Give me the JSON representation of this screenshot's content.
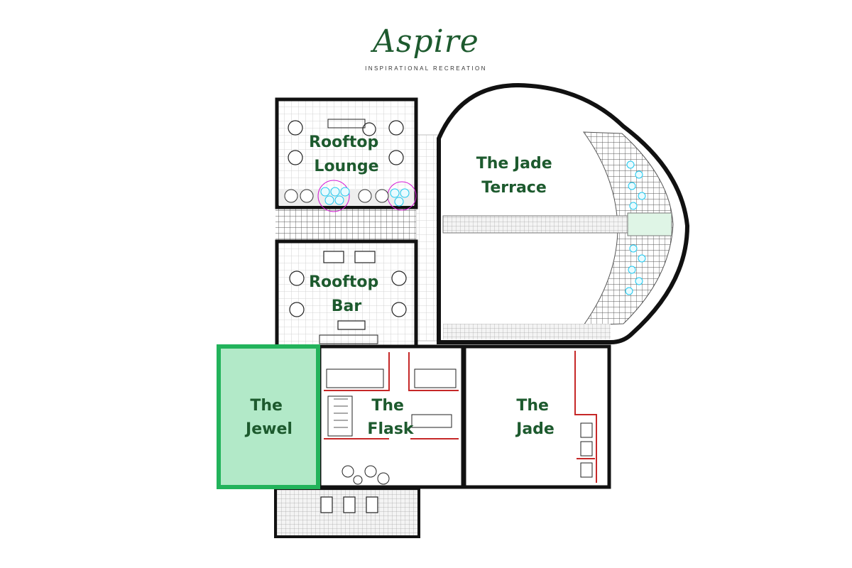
{
  "brand": {
    "name": "Aspire",
    "tagline": "INSPIRATIONAL RECREATION",
    "color": "#1d5a2e"
  },
  "floor_plan": {
    "highlighted_room": "The Jewel",
    "highlight_color": "#22b35b",
    "rooms": [
      {
        "id": "rooftop-lounge",
        "lines": [
          "Rooftop",
          "Lounge"
        ]
      },
      {
        "id": "jade-terrace",
        "lines": [
          "The Jade",
          "Terrace"
        ]
      },
      {
        "id": "rooftop-bar",
        "lines": [
          "Rooftop",
          "Bar"
        ]
      },
      {
        "id": "jewel",
        "lines": [
          "The",
          "Jewel"
        ]
      },
      {
        "id": "flask",
        "lines": [
          "The",
          "Flask"
        ]
      },
      {
        "id": "jade",
        "lines": [
          "The",
          "Jade"
        ]
      }
    ]
  }
}
